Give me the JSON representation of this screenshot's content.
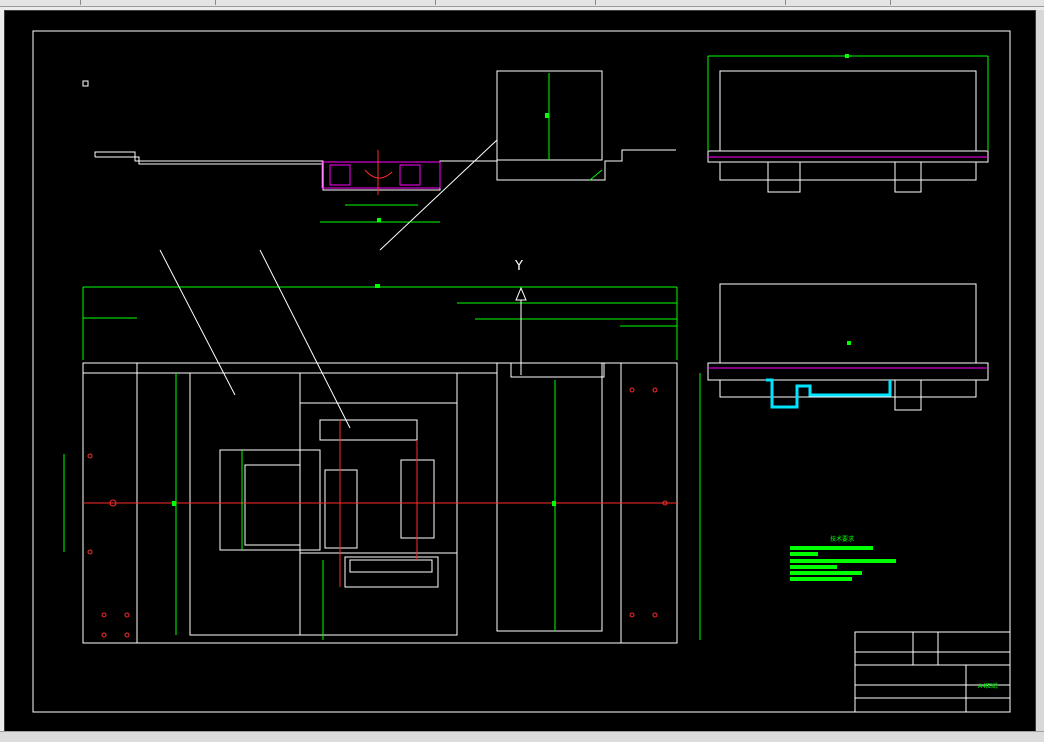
{
  "window": {
    "axis_label": "Y",
    "tech_requirements_title": "技术要求",
    "title_block_name": "A4图纸"
  },
  "colors": {
    "background": "#000000",
    "outline": "#ffffff",
    "dimension": "#00ff00",
    "centerline": "#ff2a2a",
    "highlight_magenta": "#ff00ff",
    "highlight_cyan": "#00e5ff"
  }
}
